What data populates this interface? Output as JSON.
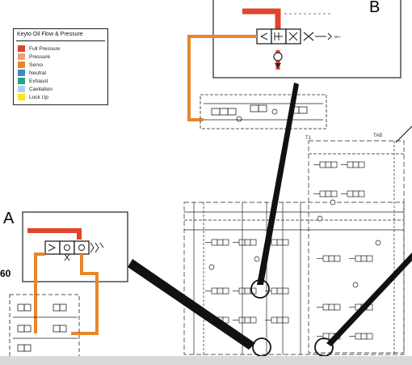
{
  "legend": {
    "title": "Keyto Oil Flow & Pressure",
    "items": [
      {
        "label": "Full Pressure",
        "color": "#e0442a"
      },
      {
        "label": "Pressure",
        "color": "#f2a070"
      },
      {
        "label": "Servo",
        "color": "#e8862a"
      },
      {
        "label": "Neutral",
        "color": "#3f88c8"
      },
      {
        "label": "Exhaust",
        "color": "#1ea884"
      },
      {
        "label": "Cavitation",
        "color": "#a8d4ee"
      },
      {
        "label": "Lock Up",
        "color": "#ffe21a"
      }
    ]
  },
  "callouts": {
    "a": "A",
    "b": "B"
  },
  "labels": {
    "sixty": "60",
    "tab": "TAB",
    "t1": "T1"
  },
  "colors": {
    "full_pressure": "#e0442a",
    "servo": "#e8862a",
    "line": "#222222",
    "shade": "#d9d9d9"
  }
}
